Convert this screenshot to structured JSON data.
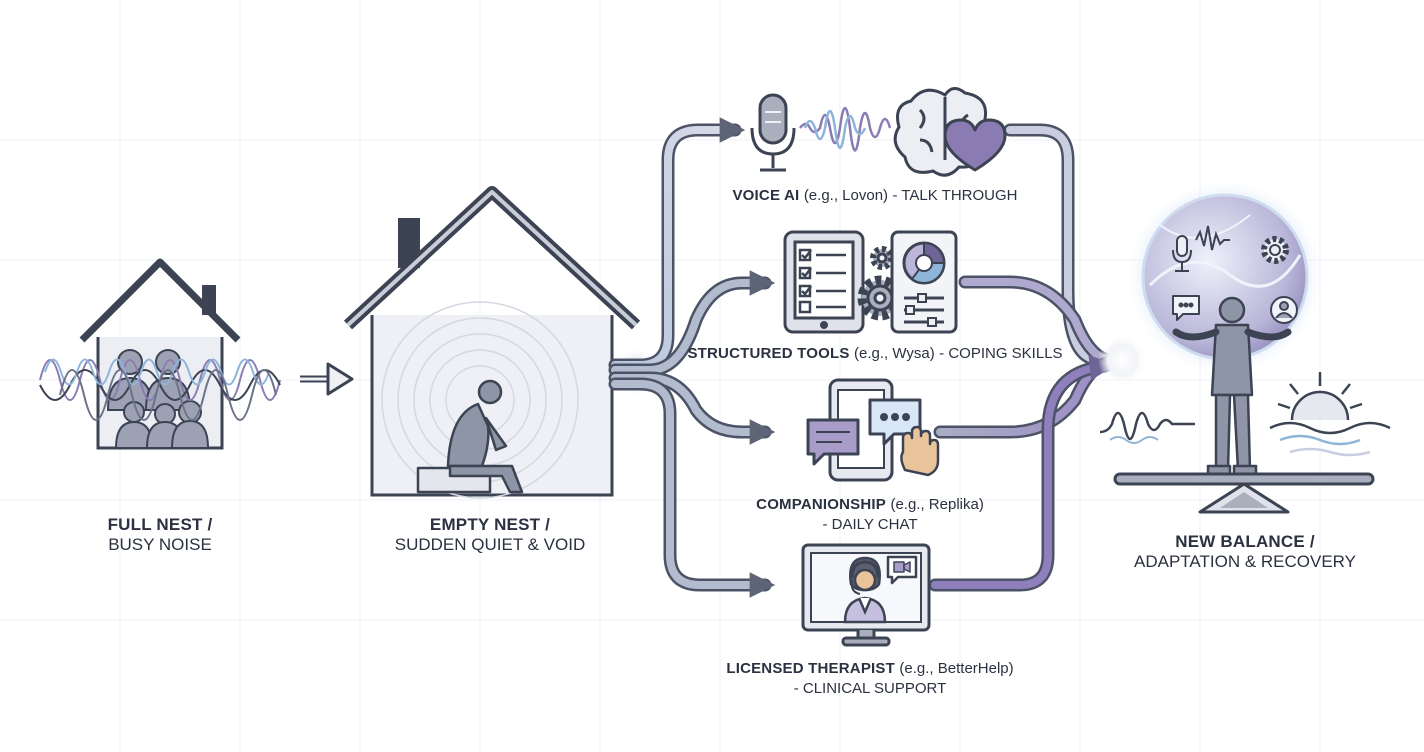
{
  "stages": {
    "full_nest": {
      "title": "FULL NEST /",
      "subtitle": "BUSY NOISE"
    },
    "empty_nest": {
      "title": "EMPTY NEST /",
      "subtitle": "SUDDEN QUIET & VOID"
    },
    "new_balance": {
      "title": "NEW BALANCE /",
      "subtitle": "ADAPTATION & RECOVERY"
    }
  },
  "pathways": [
    {
      "title": "VOICE AI",
      "example": "(e.g., Lovon)",
      "detail": "- TALK THROUGH",
      "icons": [
        "microphone-icon",
        "sound-wave-icon",
        "brain-icon",
        "heart-icon"
      ]
    },
    {
      "title": "STRUCTURED TOOLS",
      "example": "(e.g., Wysa)",
      "detail": "- COPING SKILLS",
      "icons": [
        "tablet-checklist-icon",
        "gear-icon",
        "dashboard-icon"
      ]
    },
    {
      "title": "COMPANIONSHIP",
      "example": "(e.g., Replika)",
      "detail": "- DAILY CHAT",
      "icons": [
        "smartphone-icon",
        "chat-bubble-icon",
        "waving-hand-icon"
      ]
    },
    {
      "title": "LICENSED THERAPIST",
      "example": "(e.g., BetterHelp)",
      "detail": "- CLINICAL SUPPORT",
      "icons": [
        "monitor-icon",
        "therapist-icon",
        "video-call-icon"
      ]
    }
  ],
  "colors": {
    "ink": "#3c4454",
    "fill": "#a9afbd",
    "light": "#e9ebf1",
    "purple": "#8a7bb3",
    "blue": "#8fb4d9"
  }
}
